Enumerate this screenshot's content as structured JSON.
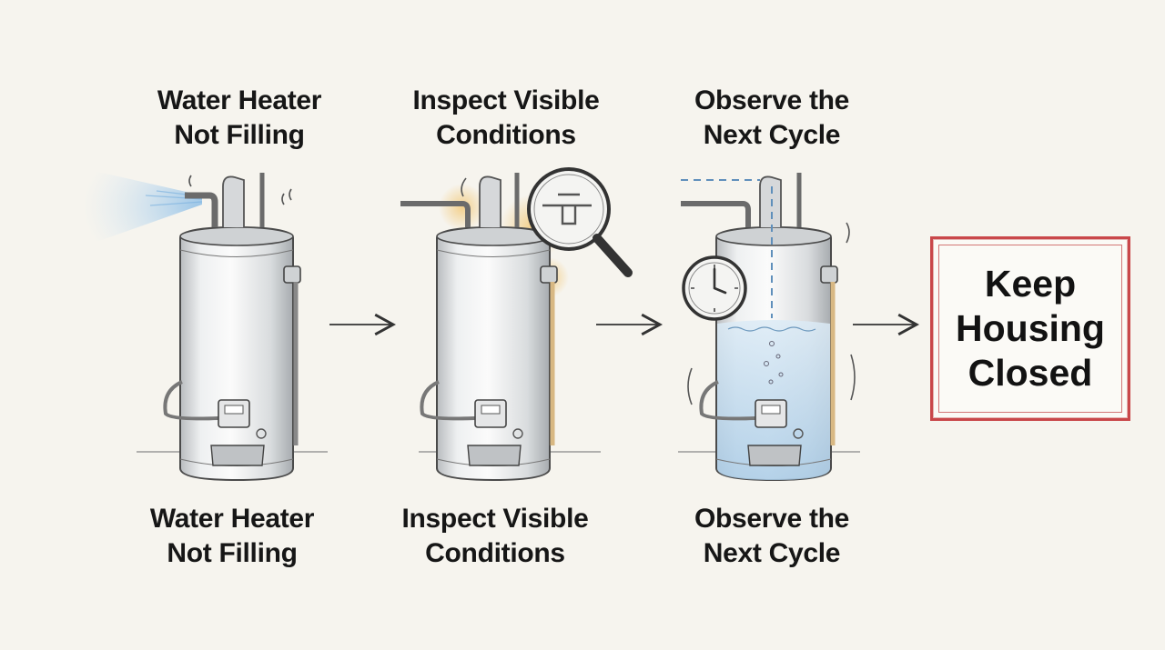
{
  "steps": [
    {
      "title_top": [
        "Water Heater",
        "Not Filling"
      ],
      "title_bottom": [
        "Water Heater",
        "Not Filling"
      ]
    },
    {
      "title_top": [
        "Inspect Visible",
        "Conditions"
      ],
      "title_bottom": [
        "Inspect Visible",
        "Conditions"
      ]
    },
    {
      "title_top": [
        "Observe the",
        "Next Cycle"
      ],
      "title_bottom": [
        "Observe the",
        "Next Cycle"
      ]
    }
  ],
  "final": {
    "lines": [
      "Keep",
      "Housing",
      "Closed"
    ]
  },
  "icons": [
    "water-heater-icon",
    "magnifying-glass-icon",
    "clock-icon",
    "arrow-right-icon"
  ],
  "colors": {
    "background": "#f6f4ee",
    "frame": "#c9474a",
    "water": "#9cc3e2",
    "highlight": "#f0c77a",
    "spray": "#9fc8ea"
  }
}
